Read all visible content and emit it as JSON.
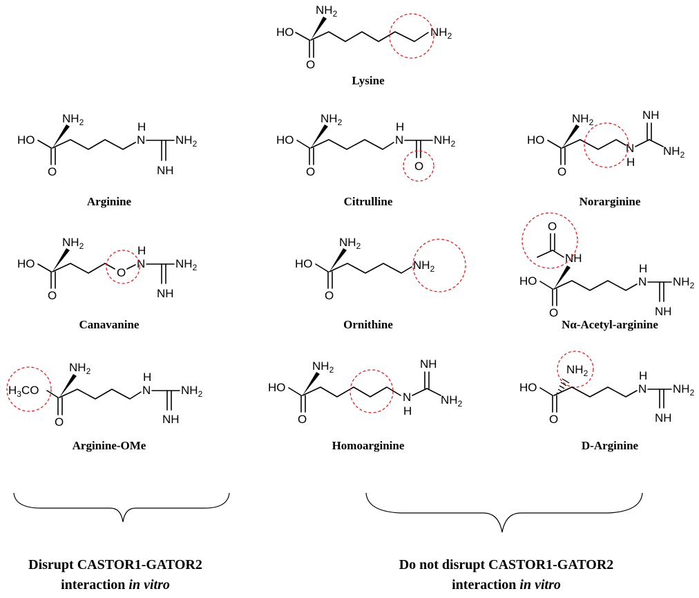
{
  "molecules": [
    {
      "key": "lysine",
      "name": "Lysine"
    },
    {
      "key": "arginine",
      "name": "Arginine"
    },
    {
      "key": "citrulline",
      "name": "Citrulline"
    },
    {
      "key": "norarginine",
      "name": "Norarginine"
    },
    {
      "key": "canavanine",
      "name": "Canavanine"
    },
    {
      "key": "ornithine",
      "name": "Ornithine"
    },
    {
      "key": "acetylarginine",
      "name": "Nα-Acetyl-arginine"
    },
    {
      "key": "arginineome",
      "name": "Arginine-OMe"
    },
    {
      "key": "homoarginine",
      "name": "Homoarginine"
    },
    {
      "key": "darginine",
      "name": "D-Arginine"
    }
  ],
  "atoms": {
    "ho": "HO",
    "nh2": "NH",
    "sub2": "2",
    "h": "H",
    "n": "N",
    "nh": "NH",
    "o": "O",
    "h3co_h": "H",
    "h3co_3": "3",
    "h3co_co": "CO"
  },
  "groups": {
    "disrupt": {
      "line1": "Disrupt CASTOR1-GATOR2",
      "line2_text": "interaction ",
      "line2_italic": "in vitro"
    },
    "no_disrupt": {
      "line1": "Do not disrupt CASTOR1-GATOR2",
      "line2_text": "interaction ",
      "line2_italic": "in vitro"
    }
  },
  "colors": {
    "highlight": "#e02020",
    "ink": "#000000",
    "background": "#ffffff"
  }
}
